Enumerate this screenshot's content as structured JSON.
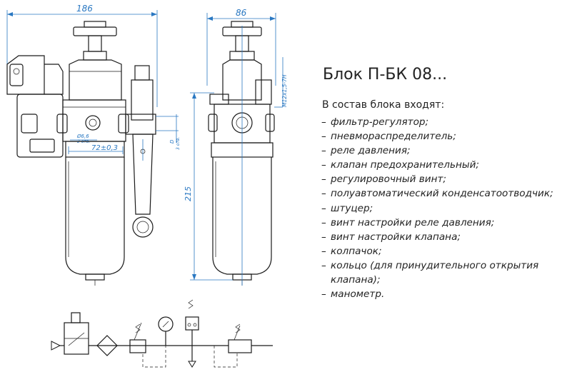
{
  "title": "Блок П-БК 08...",
  "intro": "В состав блока входят:",
  "components": [
    "фильтр-регулятор;",
    "пневмораспределитель;",
    "реле давления;",
    "клапан предохранительный;",
    "регулировочный винт;",
    "полуавтоматический конденсатоотводчик;",
    "штуцер;",
    "винт настройки реле давления;",
    "винт настройки клапана;",
    "колпачок;",
    "кольцо (для принудительного открытия клапана);",
    "манометр."
  ],
  "dimensions": {
    "overall_width": "186",
    "side_width": "86",
    "height": "215",
    "spacing": "72±0,3",
    "thread": "M12x1,5-7H",
    "hole_diameter": "Ø6,6",
    "hole_count": "2 отв.",
    "port": "D",
    "port_count": "3 отв."
  },
  "colors": {
    "dimension": "#2a78c2",
    "line": "#1a1a1a"
  }
}
